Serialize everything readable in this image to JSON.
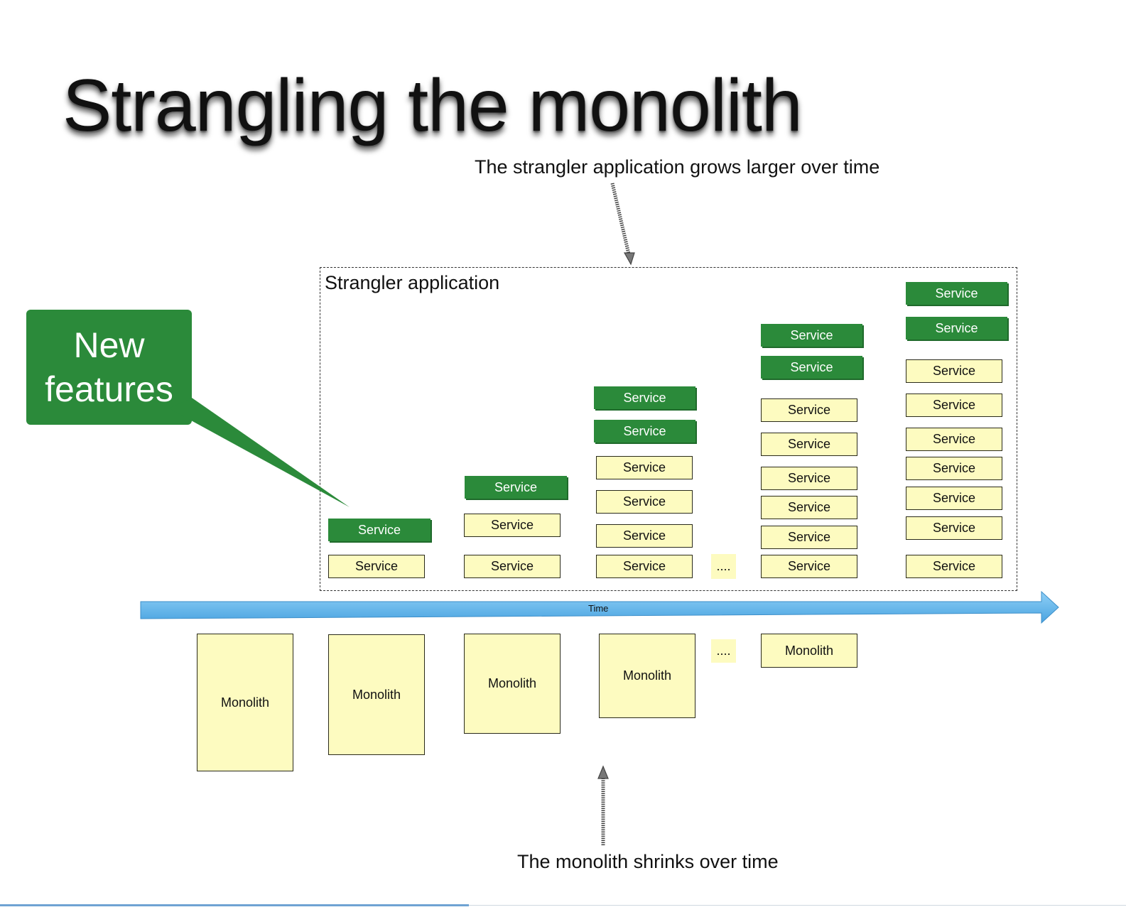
{
  "title": "Strangling the monolith",
  "top_caption": "The strangler application grows larger over time",
  "bottom_caption": "The monolith shrinks over time",
  "strangler_label": "Strangler application",
  "callout": {
    "line1": "New",
    "line2": "features"
  },
  "time_label": "Time",
  "service_label": "Service",
  "monolith_label": "Monolith",
  "ellipsis": "....",
  "colors": {
    "green": "#2b8a3a",
    "yellow": "#fdfbc0",
    "arrow_blue": "#5aaee8"
  }
}
